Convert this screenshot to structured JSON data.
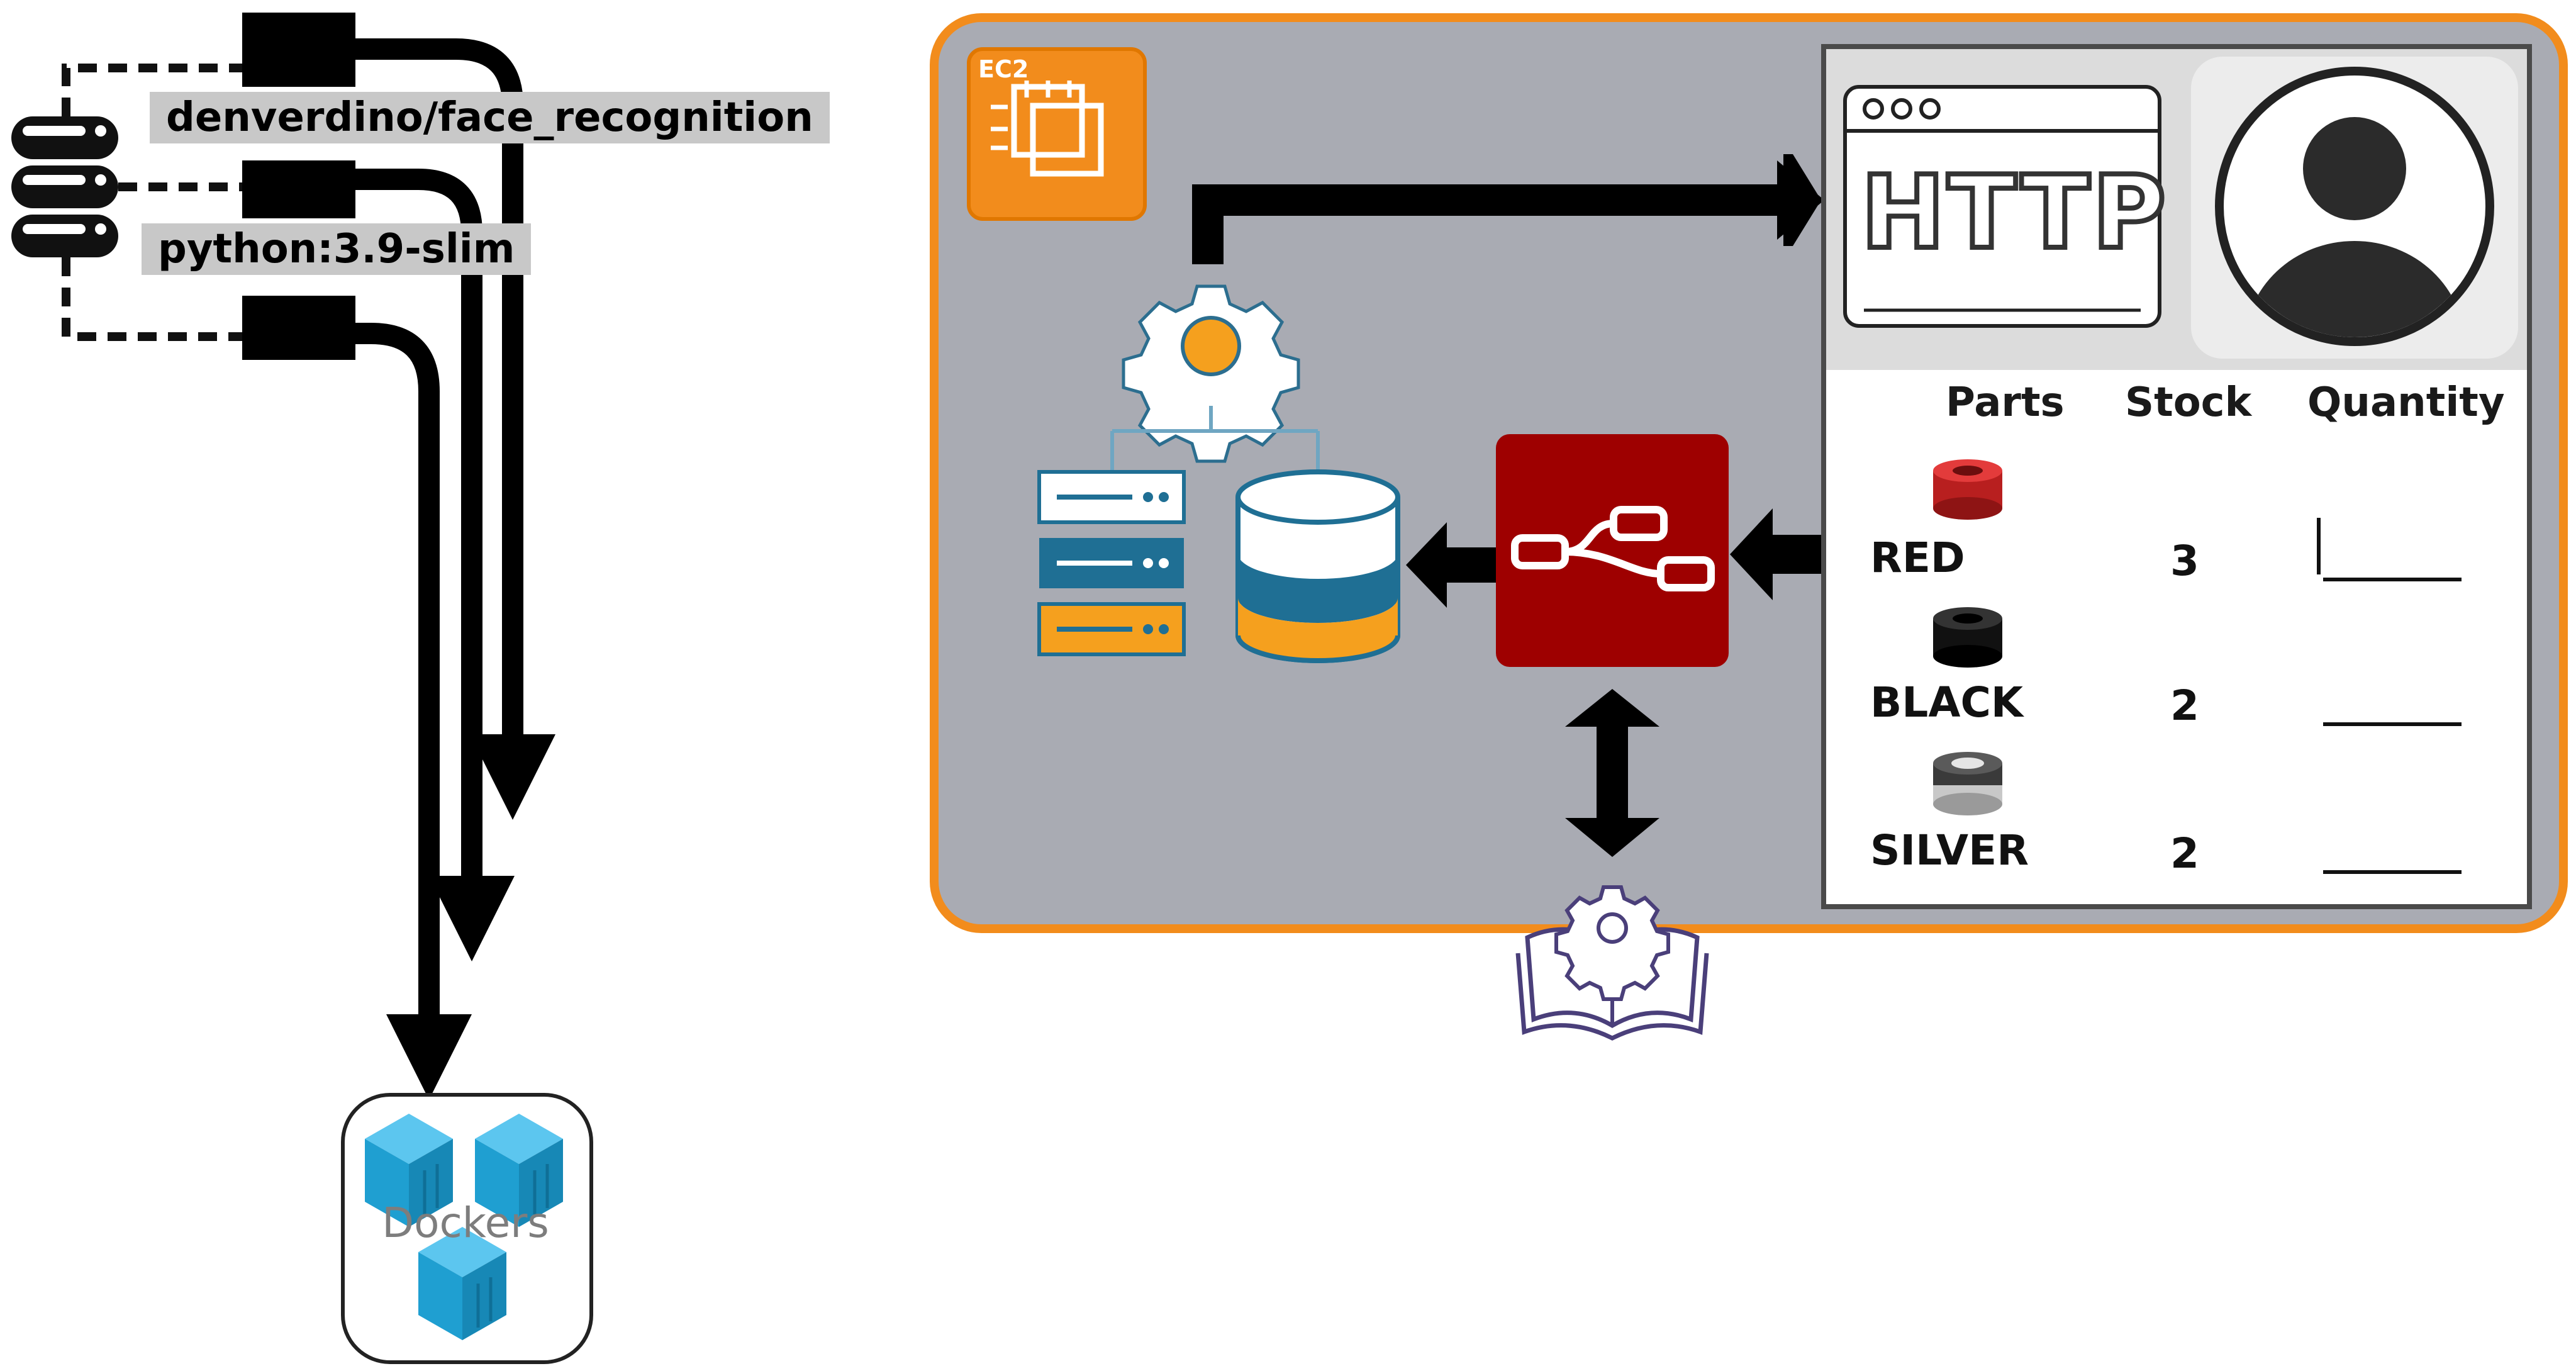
{
  "registry": {
    "images": [
      "denverdino/face_recognition",
      "python:3.9-slim"
    ]
  },
  "dockers": {
    "label": "Dockers"
  },
  "ec2": {
    "badge": "EC2"
  },
  "http": {
    "label": "HTTP"
  },
  "parts_table": {
    "headers": [
      "Parts",
      "Stock",
      "Quantity"
    ],
    "rows": [
      {
        "part": "RED",
        "stock": "3",
        "color": "#d42b2b"
      },
      {
        "part": "BLACK",
        "stock": "2",
        "color": "#151515"
      },
      {
        "part": "SILVER",
        "stock": "2",
        "color": "#b9b9b9"
      }
    ]
  },
  "colors": {
    "ec2_border": "#f28c1c",
    "ec2_background": "#a9abb3",
    "node_red": "#9e0000",
    "docker_blue": "#29a7d8",
    "db_blue": "#1f6f94",
    "db_orange": "#f5a01e"
  },
  "icons": [
    "database-icon",
    "ec2-chip-icon",
    "gear-icon",
    "server-stack-icon",
    "cylinder-db-icon",
    "node-red-flow-icon",
    "settings-book-icon",
    "browser-http-icon",
    "user-avatar-icon",
    "docker-container-icon"
  ]
}
